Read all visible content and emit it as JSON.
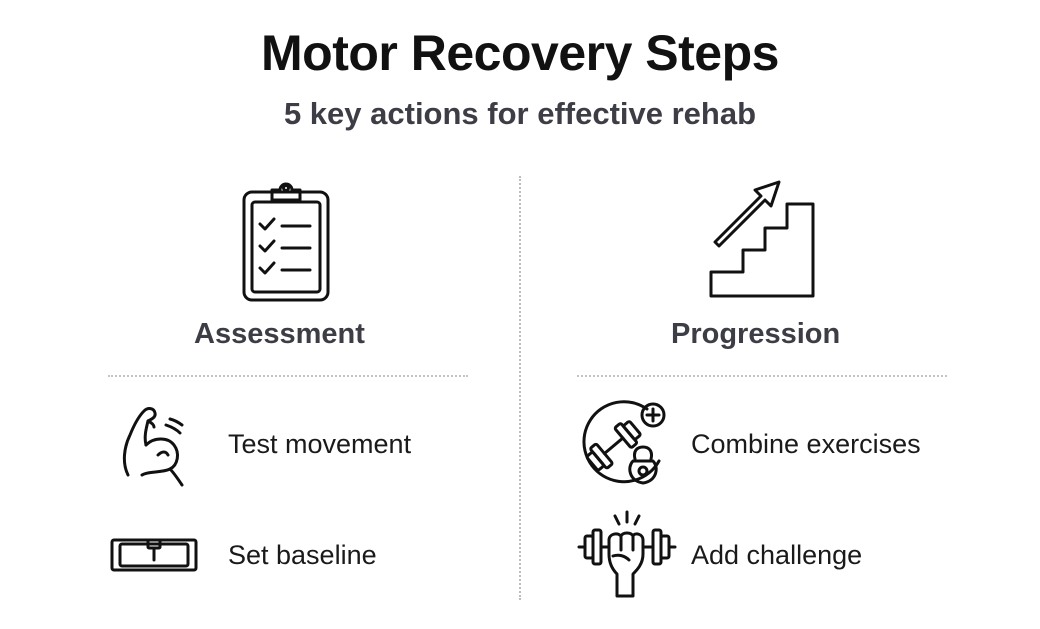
{
  "header": {
    "title": "Motor Recovery Steps",
    "subtitle": "5 key actions for effective rehab"
  },
  "columns": [
    {
      "heading": "Assessment",
      "heading_icon": "clipboard-checklist-icon",
      "items": [
        {
          "label": "Test movement",
          "icon": "flexed-arm-icon"
        },
        {
          "label": "Set baseline",
          "icon": "spirit-level-icon"
        }
      ]
    },
    {
      "heading": "Progression",
      "heading_icon": "stairs-arrow-up-icon",
      "items": [
        {
          "label": "Combine exercises",
          "icon": "dumbbell-kettlebell-plus-icon"
        },
        {
          "label": "Add challenge",
          "icon": "fist-dumbbell-icon"
        }
      ]
    }
  ],
  "colors": {
    "title": "#111111",
    "subtitle": "#3d3d45",
    "divider": "#bdbdbd",
    "background": "#ffffff"
  }
}
